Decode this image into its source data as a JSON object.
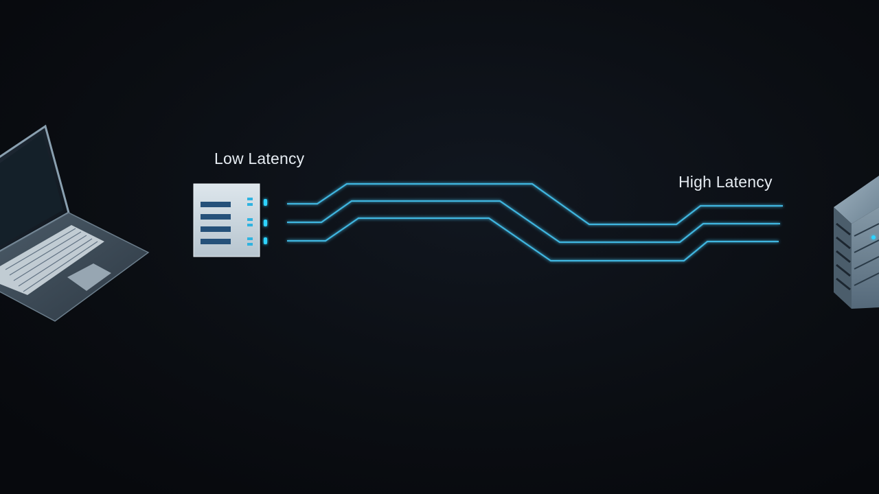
{
  "labels": {
    "low_latency": "Low Latency",
    "high_latency": "High Latency"
  },
  "colors": {
    "background": "#0b0e13",
    "label_text": "#e6ecf2",
    "connection_line": "#3fb6e0",
    "led_glow": "#2fd3ff",
    "device_body": "#5e7383",
    "panel_face": "#c8d4dc"
  },
  "icons": {
    "client": "laptop-icon",
    "nearby_node": "edge-server-icon",
    "distant_node": "datacenter-server-icon"
  },
  "connections": [
    {
      "name": "route-1"
    },
    {
      "name": "route-2"
    },
    {
      "name": "route-3"
    }
  ]
}
